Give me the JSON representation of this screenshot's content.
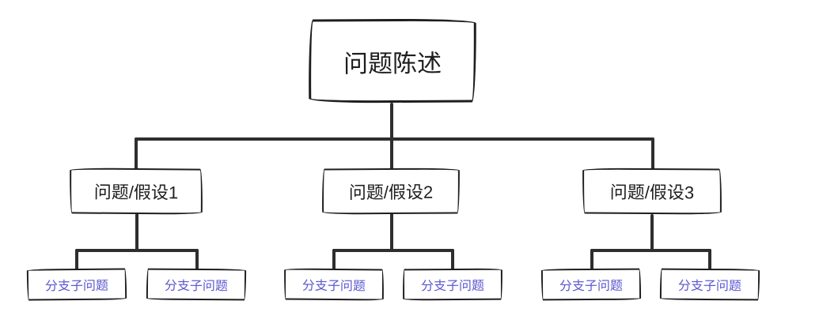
{
  "colors": {
    "line_color": "#2e2e2e",
    "box_border": "#1e1e1e",
    "node_text": "#1e1e1e",
    "leaf_text": "#5b57d1",
    "bg": "#ffffff"
  },
  "tree": {
    "root": {
      "label": "问题陈述"
    },
    "branches": [
      {
        "label": "问题/假设1",
        "children": [
          "分支子问题",
          "分支子问题"
        ]
      },
      {
        "label": "问题/假设2",
        "children": [
          "分支子问题",
          "分支子问题"
        ]
      },
      {
        "label": "问题/假设3",
        "children": [
          "分支子问题",
          "分支子问题"
        ]
      }
    ]
  }
}
